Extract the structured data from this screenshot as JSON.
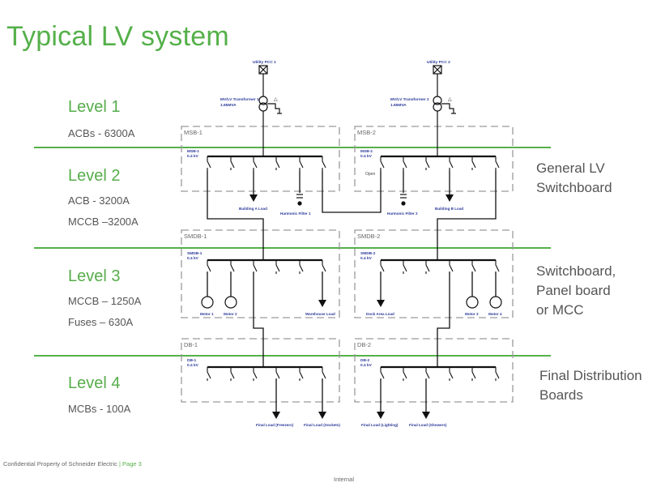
{
  "title": "Typical LV system",
  "levels": [
    {
      "name": "Level 1",
      "ratings": [
        "ACBs - 6300A"
      ]
    },
    {
      "name": "Level 2",
      "ratings": [
        "ACB  - 3200A",
        "MCCB –3200A"
      ]
    },
    {
      "name": "Level 3",
      "ratings": [
        "MCCB – 1250A",
        "Fuses – 630A"
      ]
    },
    {
      "name": "Level 4",
      "ratings": [
        "MCBs - 100A"
      ]
    }
  ],
  "right_labels": [
    {
      "lines": [
        "General LV",
        "Switchboard"
      ]
    },
    {
      "lines": [
        "Switchboard,",
        "Panel board",
        "or MCC"
      ]
    },
    {
      "lines": [
        "Final Distribution",
        "Boards"
      ]
    }
  ],
  "diagram": {
    "utilities": [
      "Utility PCC 1",
      "Utility PCC 2"
    ],
    "transformers": [
      {
        "name": "MV/LV Transformer 1",
        "rating": "1.65MVA"
      },
      {
        "name": "MV/LV Transformer 2",
        "rating": "1.65MVA"
      }
    ],
    "boards": {
      "msb1": {
        "box": "MSB-1",
        "name": "MSB-1",
        "voltage": "0.4 kV"
      },
      "msb2": {
        "box": "MSB-2",
        "name": "MSB-2",
        "voltage": "0.4 kV"
      },
      "smdb1": {
        "box": "SMDB-1",
        "name": "SMDB-1",
        "voltage": "0.4 kV"
      },
      "smdb2": {
        "box": "SMDB-2",
        "name": "SMDB-2",
        "voltage": "0.4 kV"
      },
      "db1": {
        "box": "DB-1",
        "name": "DB-1",
        "voltage": "0.4 kV"
      },
      "db2": {
        "box": "DB-2",
        "name": "DB-2",
        "voltage": "0.4 kV"
      }
    },
    "open_label": "Open",
    "loads": {
      "building_a": "Building A Load",
      "harmonic_filter_1": "Harmonic Filter 1",
      "harmonic_filter_2": "Harmonic Filter 2",
      "building_b": "Building B Load",
      "motor_1": "Motor 1",
      "motor_2": "Motor 2",
      "warehouse": "Warehouse Load",
      "dock_area": "Dock Area Load",
      "motor_3": "Motor 3",
      "motor_4": "Motor 4",
      "final_freezers": "Final Load (Freezers)",
      "final_sockets": "Final Load (Sockets)",
      "final_lighting": "Final Load (Lighting)",
      "final_showers": "Final Load (Showers)"
    }
  },
  "footer": {
    "text": "Confidential Property of Schneider Electric",
    "sep": "|",
    "page": "Page 3"
  },
  "classification": "Internal",
  "colors": {
    "green": "#55b04a",
    "blue_label": "#2b3a9a",
    "line": "#111111",
    "box_dash": "#9a9a9a"
  }
}
